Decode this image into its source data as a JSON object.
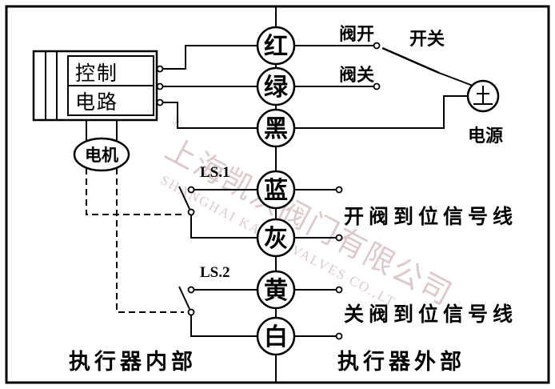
{
  "colors": {
    "line": "#000000",
    "background": "#ffffff",
    "watermark": "#c49d9d"
  },
  "icons": {
    "power_symbol": "earth-ground-symbol"
  },
  "circuit": {
    "wires": {
      "red": "红",
      "green": "绿",
      "black": "黑",
      "blue": "蓝",
      "gray": "灰",
      "yellow": "黄",
      "white": "白"
    },
    "control_box": {
      "line1": "控制",
      "line2": "电路"
    },
    "motor_label": "电机",
    "limit_switch_1": "LS.1",
    "limit_switch_2": "LS.2",
    "valve_open_label": "阀开",
    "valve_close_label": "阀关",
    "switch_label": "开关",
    "power_label": "电源",
    "open_signal_label": "开阀到位信号线",
    "close_signal_label": "关阀到位信号线",
    "zone_internal_label": "执行器内部",
    "zone_external_label": "执行器外部"
  },
  "watermark": {
    "registered": "®",
    "line1": "上海凯沃阀门有限公司",
    "line2": "SHANGHAI KAIWO VALVES CO.,LT"
  }
}
